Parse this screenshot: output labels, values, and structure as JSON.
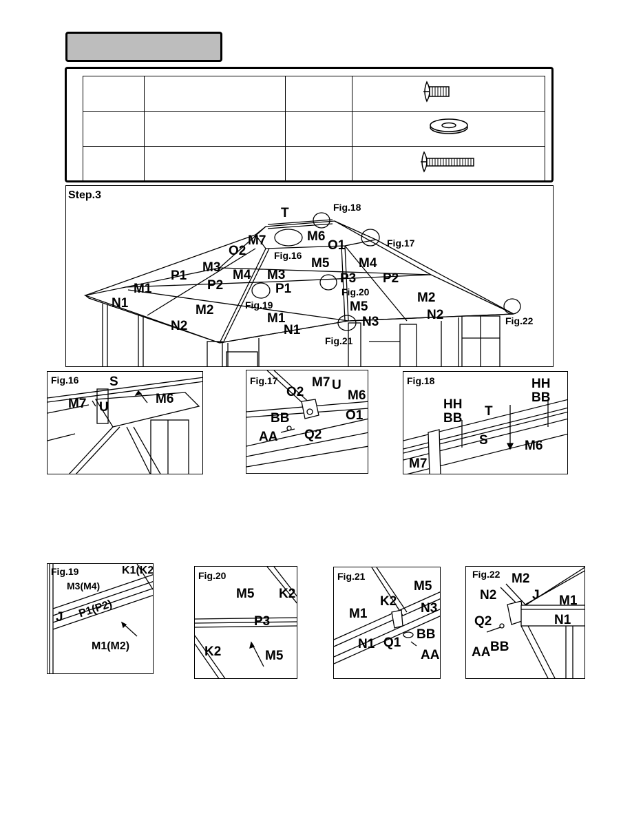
{
  "step": {
    "title": "Step.3"
  },
  "main_labels": {
    "T": "T",
    "fig18": "Fig.18",
    "M7": "M7",
    "M6": "M6",
    "O2": "O2",
    "O1": "O1",
    "fig17": "Fig.17",
    "fig16": "Fig.16",
    "M3a": "M3",
    "M5a": "M5",
    "M4a": "M4",
    "P1a": "P1",
    "M1a": "M1",
    "M4b": "M4",
    "M3b": "M3",
    "P2a": "P2",
    "P3": "P3",
    "P2b": "P2",
    "N1a": "N1",
    "P1b": "P1",
    "fig20": "Fig.20",
    "M2a": "M2",
    "fig19": "Fig.19",
    "M5b": "M5",
    "M2b": "M2",
    "M1b": "M1",
    "N3": "N3",
    "N2a": "N2",
    "N2b": "N2",
    "N1b": "N1",
    "fig22": "Fig.22",
    "fig21": "Fig.21"
  },
  "fig16": {
    "title": "Fig.16",
    "S": "S",
    "M7": "M7",
    "U": "U",
    "M6": "M6"
  },
  "fig17": {
    "title": "Fig.17",
    "O2": "O2",
    "M7": "M7",
    "U": "U",
    "M6": "M6",
    "BB": "BB",
    "O1": "O1",
    "AA": "AA",
    "Q2": "Q2"
  },
  "fig18": {
    "title": "Fig.18",
    "HH1": "HH",
    "BB1": "BB",
    "HH2": "HH",
    "BB2": "BB",
    "T": "T",
    "S": "S",
    "M6": "M6",
    "M7": "M7"
  },
  "fig19": {
    "title": "Fig.19",
    "K1": "K1(K2)",
    "M3": "M3(M4)",
    "J": "J",
    "P1": "P1(P2)",
    "M1": "M1(M2)"
  },
  "fig20": {
    "title": "Fig.20",
    "M5a": "M5",
    "K2a": "K2",
    "P3": "P3",
    "K2b": "K2",
    "M5b": "M5"
  },
  "fig21": {
    "title": "Fig.21",
    "M5": "M5",
    "K2": "K2",
    "M1": "M1",
    "N3": "N3",
    "N1": "N1",
    "Q1": "Q1",
    "BB": "BB",
    "AA": "AA"
  },
  "fig22": {
    "title": "Fig.22",
    "M2": "M2",
    "N2": "N2",
    "J": "J",
    "M1": "M1",
    "Q2": "Q2",
    "N1": "N1",
    "AA": "AA",
    "BB": "BB"
  },
  "icons": [
    "screw-short-icon",
    "washer-icon",
    "screw-long-icon"
  ]
}
